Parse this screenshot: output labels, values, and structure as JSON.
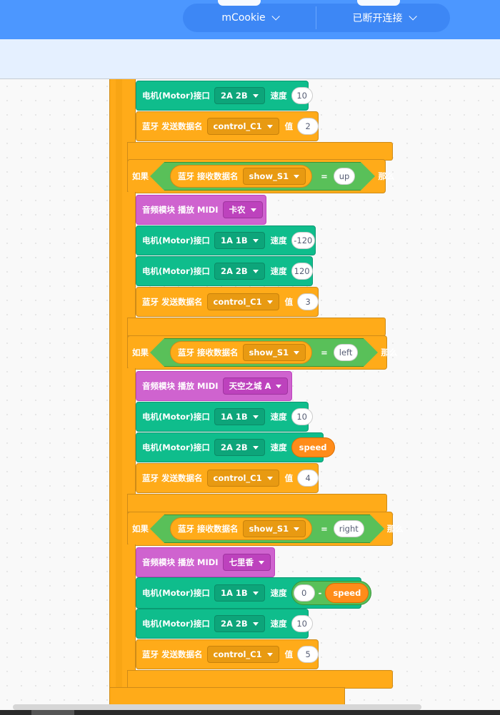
{
  "header": {
    "device_label": "mCookie",
    "connection_label": "已断开连接"
  },
  "blocks": {
    "motor_label": "电机(Motor)接口",
    "speed_label": "速度",
    "bt_send_label": "蓝牙 发送数据名",
    "bt_value_label": "值",
    "bt_receive_label": "蓝牙 接收数据名",
    "if_label": "如果",
    "then_label": "那么",
    "midi_label": "音频模块 播放 MIDI",
    "equals": "=",
    "minus": "-",
    "speed_var": "speed"
  },
  "script": {
    "top": {
      "motor": {
        "port": "2A 2B",
        "speed": "10"
      },
      "bt_send": {
        "name": "control_C1",
        "value": "2"
      }
    },
    "if_up": {
      "cond": {
        "name": "show_S1",
        "value": "up"
      },
      "midi": "卡农",
      "motor1": {
        "port": "1A 1B",
        "speed": "-120"
      },
      "motor2": {
        "port": "2A 2B",
        "speed": "120"
      },
      "bt_send": {
        "name": "control_C1",
        "value": "3"
      }
    },
    "if_left": {
      "cond": {
        "name": "show_S1",
        "value": "left"
      },
      "midi": "天空之城 A",
      "motor1": {
        "port": "1A 1B",
        "speed": "10"
      },
      "motor2": {
        "port": "2A 2B"
      },
      "bt_send": {
        "name": "control_C1",
        "value": "4"
      }
    },
    "if_right": {
      "cond": {
        "name": "show_S1",
        "value": "right"
      },
      "midi": "七里香",
      "motor1": {
        "port": "1A 1B",
        "minuend": "0"
      },
      "motor2": {
        "port": "2A 2B",
        "speed": "10"
      },
      "bt_send": {
        "name": "control_C1",
        "value": "5"
      }
    }
  }
}
